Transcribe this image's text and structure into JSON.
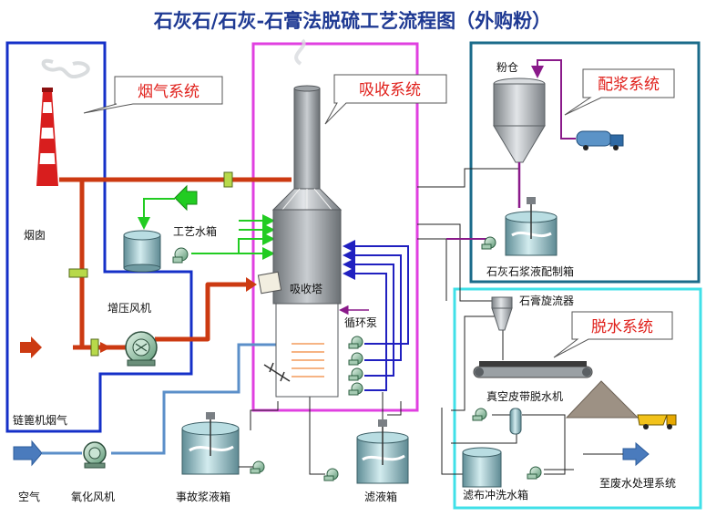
{
  "title": "石灰石/石灰-石膏法脱硫工艺流程图（外购粉）",
  "systems": {
    "flue_gas": "烟气系统",
    "absorption": "吸收系统",
    "slurry_prep": "配浆系统",
    "dewatering": "脱水系统"
  },
  "labels": {
    "chimney": "烟囱",
    "process_water_tank": "工艺水箱",
    "booster_fan": "增压风机",
    "absorber": "吸收塔",
    "recycle_pump": "循环泵",
    "powder_silo": "粉仓",
    "limestone_tank": "石灰石浆液配制箱",
    "gypsum_cyclone": "石膏旋流器",
    "belt_filter": "真空皮带脱水机",
    "cloth_wash_tank": "滤布冲洗水箱",
    "wastewater": "至废水处理系统",
    "filtrate_tank": "滤液箱",
    "emergency_tank": "事故浆液箱",
    "oxidation_fan": "氧化风机",
    "air": "空气",
    "boiler_flue_gas": "链篦机烟气"
  },
  "colors": {
    "title": "#1f3a93",
    "flue_gas_frame": "#1530c8",
    "absorption_frame": "#e040e0",
    "slurry_frame": "#1a6b8a",
    "dewatering_frame": "#40e0e8",
    "flue_duct": "#cc3a12",
    "process_water": "#22cc22",
    "recirculation": "#2020c0",
    "slurry_feed": "#8a1a8a",
    "oxidation_air": "#5b8fc9",
    "system_label": "#e0201b"
  }
}
